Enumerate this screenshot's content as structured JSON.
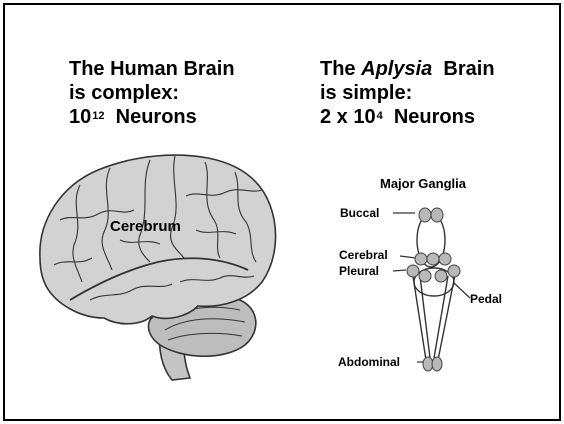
{
  "human": {
    "line1": "The Human Brain",
    "line2": "is complex:",
    "count_base": "10",
    "count_exp": "12",
    "count_unit": "Neurons",
    "region_label": "Cerebrum"
  },
  "aplysia": {
    "line1_prefix": "The",
    "line1_italic": "Aplysia",
    "line1_suffix": "Brain",
    "line2": "is simple:",
    "count_prefix": "2 x 10",
    "count_exp": "4",
    "count_unit": "Neurons",
    "diagram_title": "Major Ganglia",
    "ganglia": {
      "buccal": "Buccal",
      "cerebral": "Cerebral",
      "pleural": "Pleural",
      "pedal": "Pedal",
      "abdominal": "Abdominal"
    }
  }
}
